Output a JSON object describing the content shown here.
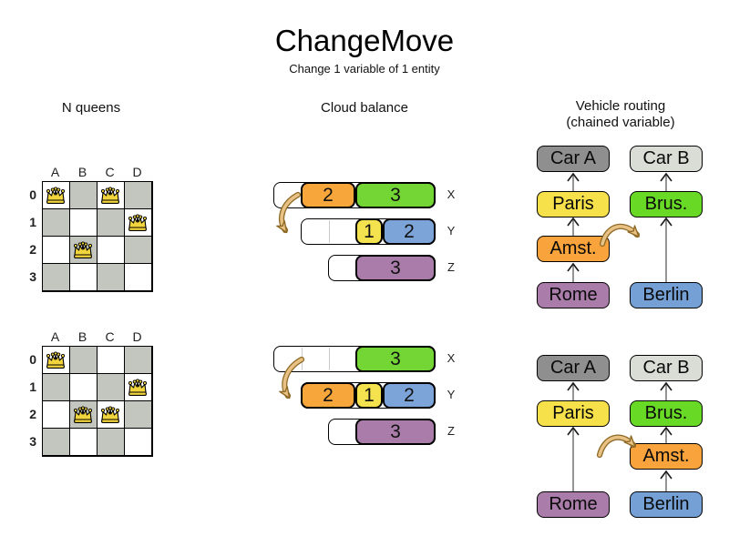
{
  "title": "ChangeMove",
  "subtitle": "Change 1 variable of 1 entity",
  "n_queens": {
    "header": "N queens",
    "col_labels": [
      "A",
      "B",
      "C",
      "D"
    ],
    "row_labels": [
      "0",
      "1",
      "2",
      "3"
    ],
    "before_queens": [
      {
        "col": "A",
        "row": "0"
      },
      {
        "col": "C",
        "row": "0"
      },
      {
        "col": "D",
        "row": "1"
      },
      {
        "col": "B",
        "row": "2"
      }
    ],
    "after_queens": [
      {
        "col": "A",
        "row": "0"
      },
      {
        "col": "D",
        "row": "1"
      },
      {
        "col": "B",
        "row": "2"
      },
      {
        "col": "C",
        "row": "2"
      }
    ]
  },
  "cloud_balance": {
    "header": "Cloud balance",
    "before": [
      {
        "computer": "X",
        "capacity_units": 6,
        "processes": [
          {
            "cpu": "2",
            "color": "#F7A63C"
          },
          {
            "cpu": "3",
            "color": "#74D634"
          }
        ]
      },
      {
        "computer": "Y",
        "capacity_units": 5,
        "processes": [
          {
            "cpu": "1",
            "color": "#F4E24F"
          },
          {
            "cpu": "2",
            "color": "#7DA4D8"
          }
        ]
      },
      {
        "computer": "Z",
        "capacity_units": 4,
        "processes": [
          {
            "cpu": "3",
            "color": "#A97CA9"
          }
        ]
      }
    ],
    "after": [
      {
        "computer": "X",
        "capacity_units": 6,
        "processes": [
          {
            "cpu": "3",
            "color": "#74D634"
          }
        ]
      },
      {
        "computer": "Y",
        "capacity_units": 5,
        "processes": [
          {
            "cpu": "2",
            "color": "#F7A63C"
          },
          {
            "cpu": "1",
            "color": "#F4E24F"
          },
          {
            "cpu": "2",
            "color": "#7DA4D8"
          }
        ]
      },
      {
        "computer": "Z",
        "capacity_units": 4,
        "processes": [
          {
            "cpu": "3",
            "color": "#A97CA9"
          }
        ]
      }
    ]
  },
  "vehicle_routing": {
    "header_line1": "Vehicle routing",
    "header_line2": "(chained variable)",
    "boxes": {
      "car_a": "Car A",
      "car_b": "Car B",
      "paris": "Paris",
      "brus": "Brus.",
      "amst": "Amst.",
      "rome": "Rome",
      "berlin": "Berlin"
    },
    "before": {
      "chain_car_a": [
        "Car A",
        "Paris",
        "Amst.",
        "Rome"
      ],
      "chain_car_b": [
        "Car B",
        "Brus.",
        "Berlin"
      ]
    },
    "after": {
      "chain_car_a": [
        "Car A",
        "Paris",
        "Rome"
      ],
      "chain_car_b": [
        "Car B",
        "Brus.",
        "Amst.",
        "Berlin"
      ]
    }
  },
  "colors": {
    "board_dark_cell": "#C3C6BF",
    "queen_gold": "#F2D53C",
    "move_arrow_fill": "#E8C184",
    "move_arrow_outline": "#8F6A26",
    "process_orange": "#F7A63C",
    "process_green": "#74D634",
    "process_yellow": "#F4E24F",
    "process_blue": "#7DA4D8",
    "process_purple": "#A97CA9",
    "car_a_gray": "#8F8F8F",
    "car_b_gray": "#D9DDD5",
    "paris_yellow": "#F6E14B",
    "brussels_green": "#68DA26",
    "amsterdam_orange": "#F8A33B",
    "rome_purple": "#A97CA9",
    "berlin_blue": "#74A0D6",
    "chain_line_gray": "#7A7A7A"
  }
}
